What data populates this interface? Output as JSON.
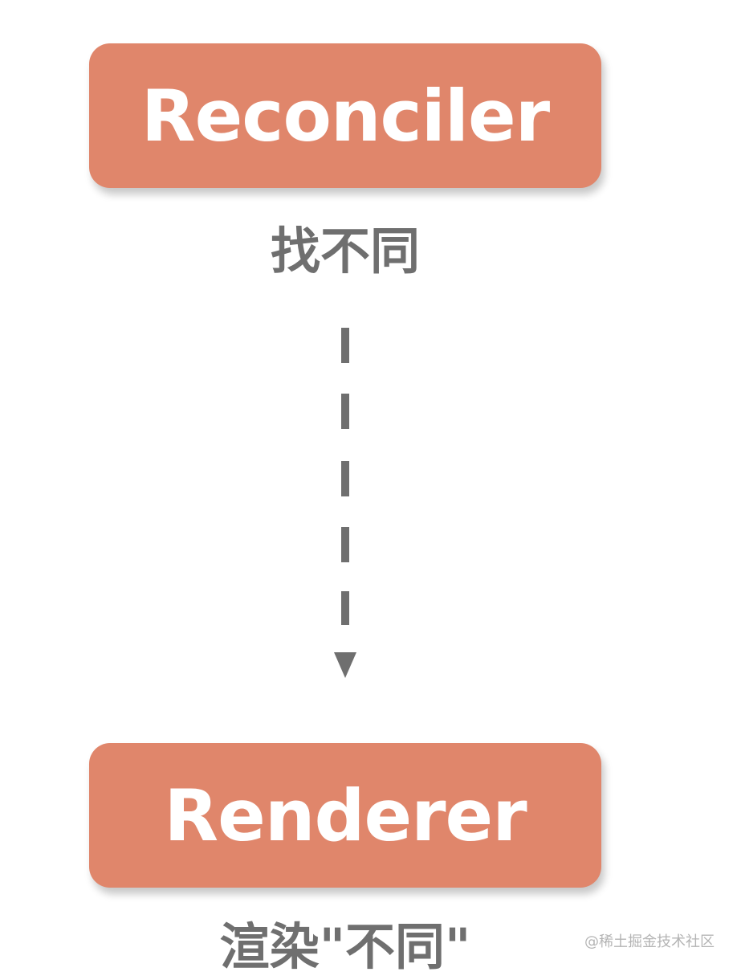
{
  "nodes": {
    "top": {
      "label": "Reconciler"
    },
    "bottom": {
      "label": "Renderer"
    }
  },
  "captions": {
    "top": "找不同",
    "bottom": "渲染\"不同\""
  },
  "colors": {
    "node_fill": "#e0866b",
    "node_text": "#ffffff",
    "caption_text": "#6f6f6f",
    "connector": "#6f6f6f"
  },
  "watermark": "@稀土掘金技术社区"
}
